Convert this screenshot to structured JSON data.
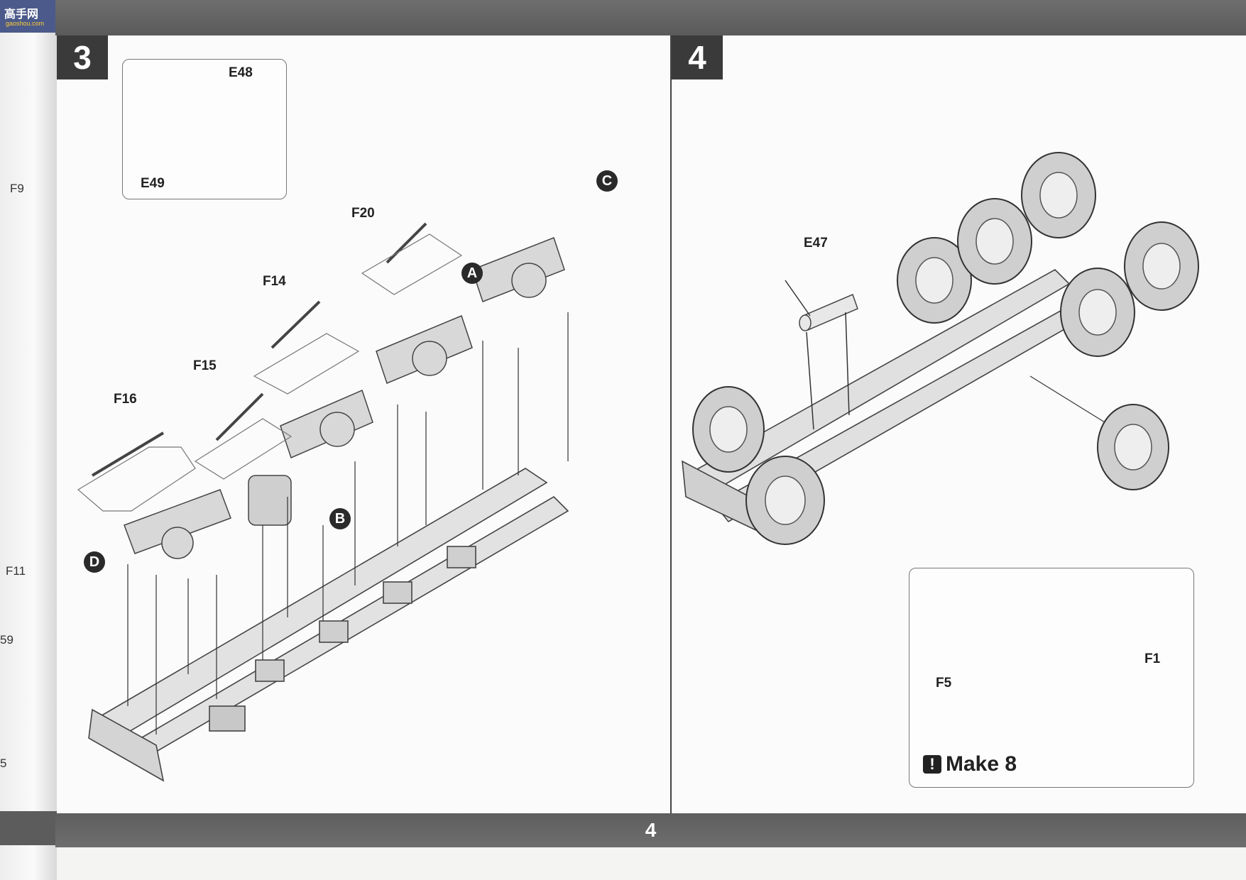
{
  "page": {
    "number": "4"
  },
  "watermark": {
    "logo_text": "高手网",
    "logo_sub": "gaoshou.com"
  },
  "left_edge_labels": [
    "F9",
    "F11",
    "59",
    "5"
  ],
  "step3": {
    "number": "3",
    "inset_labels": [
      "E48",
      "E49"
    ],
    "part_labels": [
      "F20",
      "F14",
      "F15",
      "F16"
    ],
    "callouts": [
      "A",
      "B",
      "C",
      "D"
    ]
  },
  "step4": {
    "number": "4",
    "part_labels": [
      "E47"
    ],
    "inset_labels": [
      "F5",
      "F1"
    ],
    "note": "Make 8",
    "note_icon": "exclamation-icon"
  }
}
